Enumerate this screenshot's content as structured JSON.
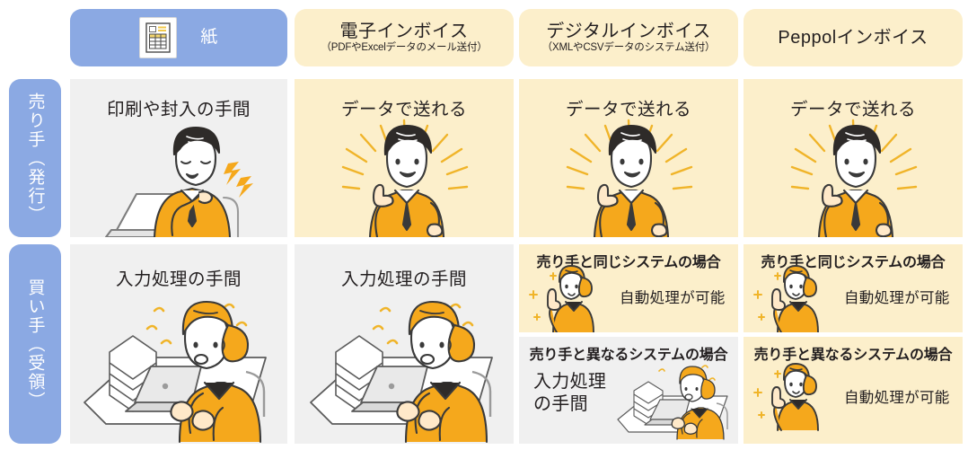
{
  "columns": [
    {
      "key": "paper",
      "style": "paper",
      "title": "紙",
      "subtitle": "",
      "icon": "invoice-document-icon"
    },
    {
      "key": "denshi",
      "style": "cream",
      "title": "電子インボイス",
      "subtitle": "（PDFやExcelデータのメール送付）"
    },
    {
      "key": "digital",
      "style": "cream",
      "title": "デジタルインボイス",
      "subtitle": "（XMLやCSVデータのシステム送付）"
    },
    {
      "key": "peppol",
      "style": "cream",
      "title": "Peppolインボイス",
      "subtitle": ""
    }
  ],
  "rows": [
    {
      "key": "seller",
      "label": "売り手（発行）"
    },
    {
      "key": "buyer",
      "label": "買い手（受領）"
    }
  ],
  "cells": {
    "seller": {
      "paper": {
        "bg": "gray",
        "title": "印刷や封入の手間",
        "art": "man-tired-laptop"
      },
      "denshi": {
        "bg": "cream",
        "title": "データで送れる",
        "art": "man-thumbs-up"
      },
      "digital": {
        "bg": "cream",
        "title": "データで送れる",
        "art": "man-thumbs-up"
      },
      "peppol": {
        "bg": "cream",
        "title": "データで送れる",
        "art": "man-thumbs-up"
      }
    },
    "buyer": {
      "paper": {
        "bg": "gray",
        "title": "入力処理の手間",
        "art": "woman-laptop-papers"
      },
      "denshi": {
        "bg": "gray",
        "title": "入力処理の手間",
        "art": "woman-laptop-papers"
      },
      "digital": {
        "split": true,
        "parts": [
          {
            "bg": "cream",
            "heading": "売り手と同じシステムの場合",
            "body": "自動処理が可能",
            "art": "woman-point-up"
          },
          {
            "bg": "gray",
            "heading": "売り手と異なるシステムの場合",
            "body": "入力処理\nの手間",
            "art": "woman-laptop-papers-small"
          }
        ]
      },
      "peppol": {
        "split": true,
        "parts": [
          {
            "bg": "cream",
            "heading": "売り手と同じシステムの場合",
            "body": "自動処理が可能",
            "art": "woman-point-up"
          },
          {
            "bg": "cream",
            "heading": "売り手と異なるシステムの場合",
            "body": "自動処理が可能",
            "art": "woman-point-up"
          }
        ]
      }
    }
  },
  "colors": {
    "paper_blue": "#8BA9E3",
    "cream": "#FCEFCB",
    "gray": "#F0F0F0",
    "accent_orange": "#F5A81C",
    "text": "#231F20"
  }
}
